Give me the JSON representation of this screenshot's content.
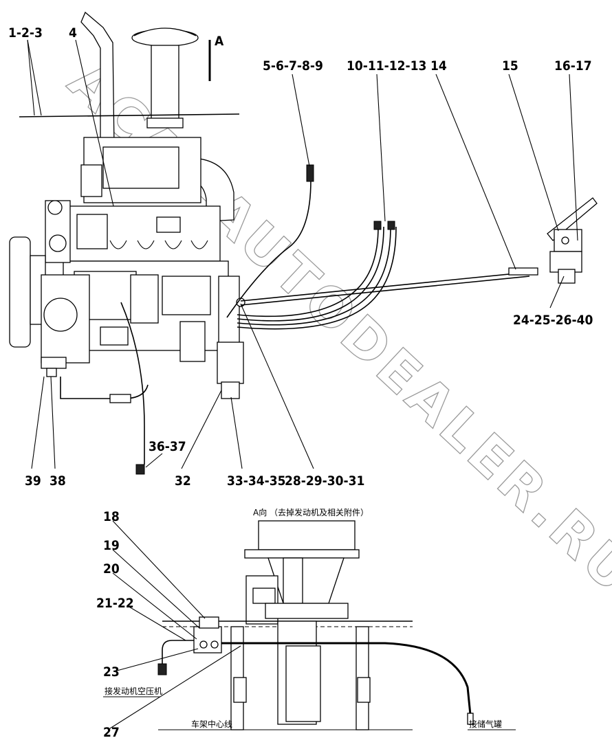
{
  "view_title": "A向 （去掉发动机及相关附件）",
  "view_arrow_label": "A",
  "callouts": [
    {
      "id": "c1",
      "text": "1-2-3"
    },
    {
      "id": "c4",
      "text": "4"
    },
    {
      "id": "c5",
      "text": "5-6-7-8-9"
    },
    {
      "id": "c10",
      "text": "10-11-12-13"
    },
    {
      "id": "c14",
      "text": "14"
    },
    {
      "id": "c15",
      "text": "15"
    },
    {
      "id": "c16",
      "text": "16-17"
    },
    {
      "id": "c24",
      "text": "24-25-26-40"
    },
    {
      "id": "c36",
      "text": "36-37"
    },
    {
      "id": "c39",
      "text": "39"
    },
    {
      "id": "c38",
      "text": "38"
    },
    {
      "id": "c32",
      "text": "32"
    },
    {
      "id": "c33",
      "text": "33-34-35"
    },
    {
      "id": "c28",
      "text": "28-29-30-31"
    },
    {
      "id": "c18",
      "text": "18"
    },
    {
      "id": "c19",
      "text": "19"
    },
    {
      "id": "c20",
      "text": "20"
    },
    {
      "id": "c21",
      "text": "21-22"
    },
    {
      "id": "c23",
      "text": "23"
    },
    {
      "id": "c27",
      "text": "27"
    }
  ],
  "notes": {
    "compressor": "接发动机空压机",
    "centerline": "车架中心线",
    "air_tank": "接储气罐"
  },
  "watermark": "ACAT-AUTODEALER.RU"
}
